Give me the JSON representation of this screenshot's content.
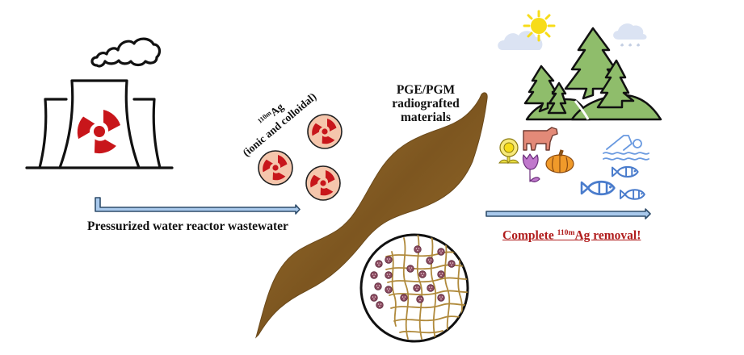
{
  "figure": {
    "type": "graphical abstract",
    "colors": {
      "radiation_red": "#c8161b",
      "particle_fill": "#f5c6ac",
      "material_brown": "#8c6424",
      "arrow_fill": "#a9c9ec",
      "arrow_stroke": "#2f4d6b",
      "removal_red": "#b01c1c",
      "tree_green": "#8fbd6b",
      "sun_yellow": "#f7dc18",
      "cloud_blue": "#dbe3f3"
    }
  },
  "reactor": {
    "icon": "nuclear-power-plant-icon",
    "symbol": "radiation-hazard-icon"
  },
  "input_arrow": {
    "label": "Pressurized water reactor wastewater"
  },
  "contaminant": {
    "isotope_superscript": "110m",
    "element": "Ag",
    "description": "(ionic and colloidal)",
    "particle_count": 3,
    "icon": "radioactive-particle-icon"
  },
  "material": {
    "label_line1": "PGE/PGM",
    "label_line2": "radiografted",
    "label_line3": "materials",
    "inset": "polymer-network-magnifier"
  },
  "output_arrow": {
    "label_prefix": "Complete ",
    "isotope_superscript": "110m",
    "label_suffix": "Ag removal!"
  },
  "environment": {
    "icons": [
      "sun-icon",
      "cloud-icon",
      "rain-cloud-icon",
      "pine-trees-icon",
      "cow-icon",
      "sunflower-icon",
      "tulip-icon",
      "pumpkin-icon",
      "swimmer-icon",
      "fish-icon"
    ]
  }
}
